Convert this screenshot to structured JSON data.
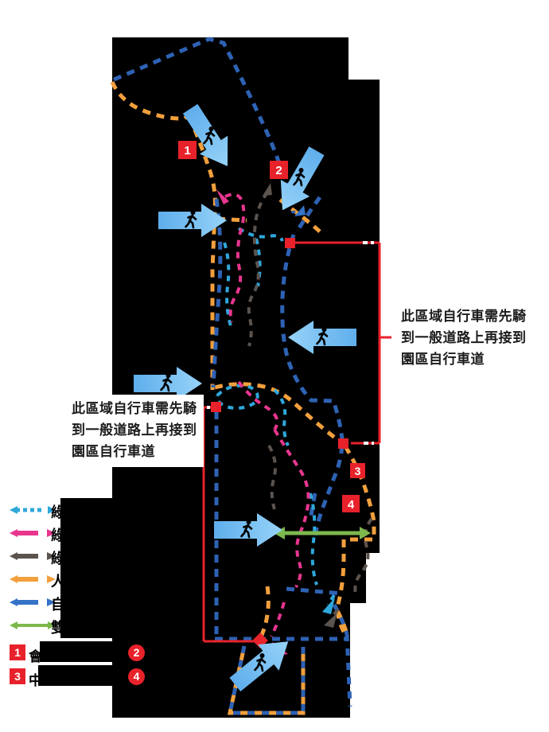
{
  "left_note": {
    "line1": "此區域自行車需先騎",
    "line2": "到一般道路上再接到",
    "line3": "園區自行車道"
  },
  "right_note": {
    "line1": "此區域自行車需先騎",
    "line2": "到一般道路上再接到",
    "line3": "園區自行車道"
  },
  "legend": {
    "items": [
      {
        "label": "綠",
        "style": "dashed",
        "color": "#2FA8DC",
        "name": "cyan-dashed-route"
      },
      {
        "label": "綠",
        "style": "solid",
        "color": "#E8368F",
        "name": "pink-route"
      },
      {
        "label": "綠",
        "style": "solid",
        "color": "#5B534D",
        "name": "gray-route"
      },
      {
        "label": "人",
        "style": "solid",
        "color": "#F2A03D",
        "name": "pedestrian-walkway"
      },
      {
        "label": "自",
        "style": "solid",
        "color": "#3473C7",
        "name": "bicycle-lane"
      },
      {
        "label": "雙",
        "style": "solid",
        "color": "#7DB84D",
        "name": "two-way-bicycle-lane"
      }
    ],
    "markers": [
      {
        "num": "1",
        "shape": "square",
        "label": "會"
      },
      {
        "num": "2",
        "shape": "circle",
        "label": ""
      },
      {
        "num": "3",
        "shape": "square",
        "label": "中"
      },
      {
        "num": "4",
        "shape": "circle",
        "label": ""
      }
    ]
  },
  "map": {
    "markers": {
      "m1": "1",
      "m2": "2",
      "m3": "3",
      "m4": "4"
    }
  },
  "colors": {
    "background": "#FFFFFF",
    "transparent_region": "#000000",
    "bike_path_blue": "#2E62B4",
    "walkway_orange": "#F2A03D",
    "trail_cyan": "#2FA8DC",
    "trail_pink": "#E8368F",
    "trail_gray": "#5B534D",
    "green_arrow": "#7DB84D",
    "callout_red": "#E8222A",
    "entry_arrow_blue_tail": "#5FAEEC",
    "entry_arrow_blue_tip": "#96D3F8",
    "pedestrian_icon": "#000000"
  }
}
